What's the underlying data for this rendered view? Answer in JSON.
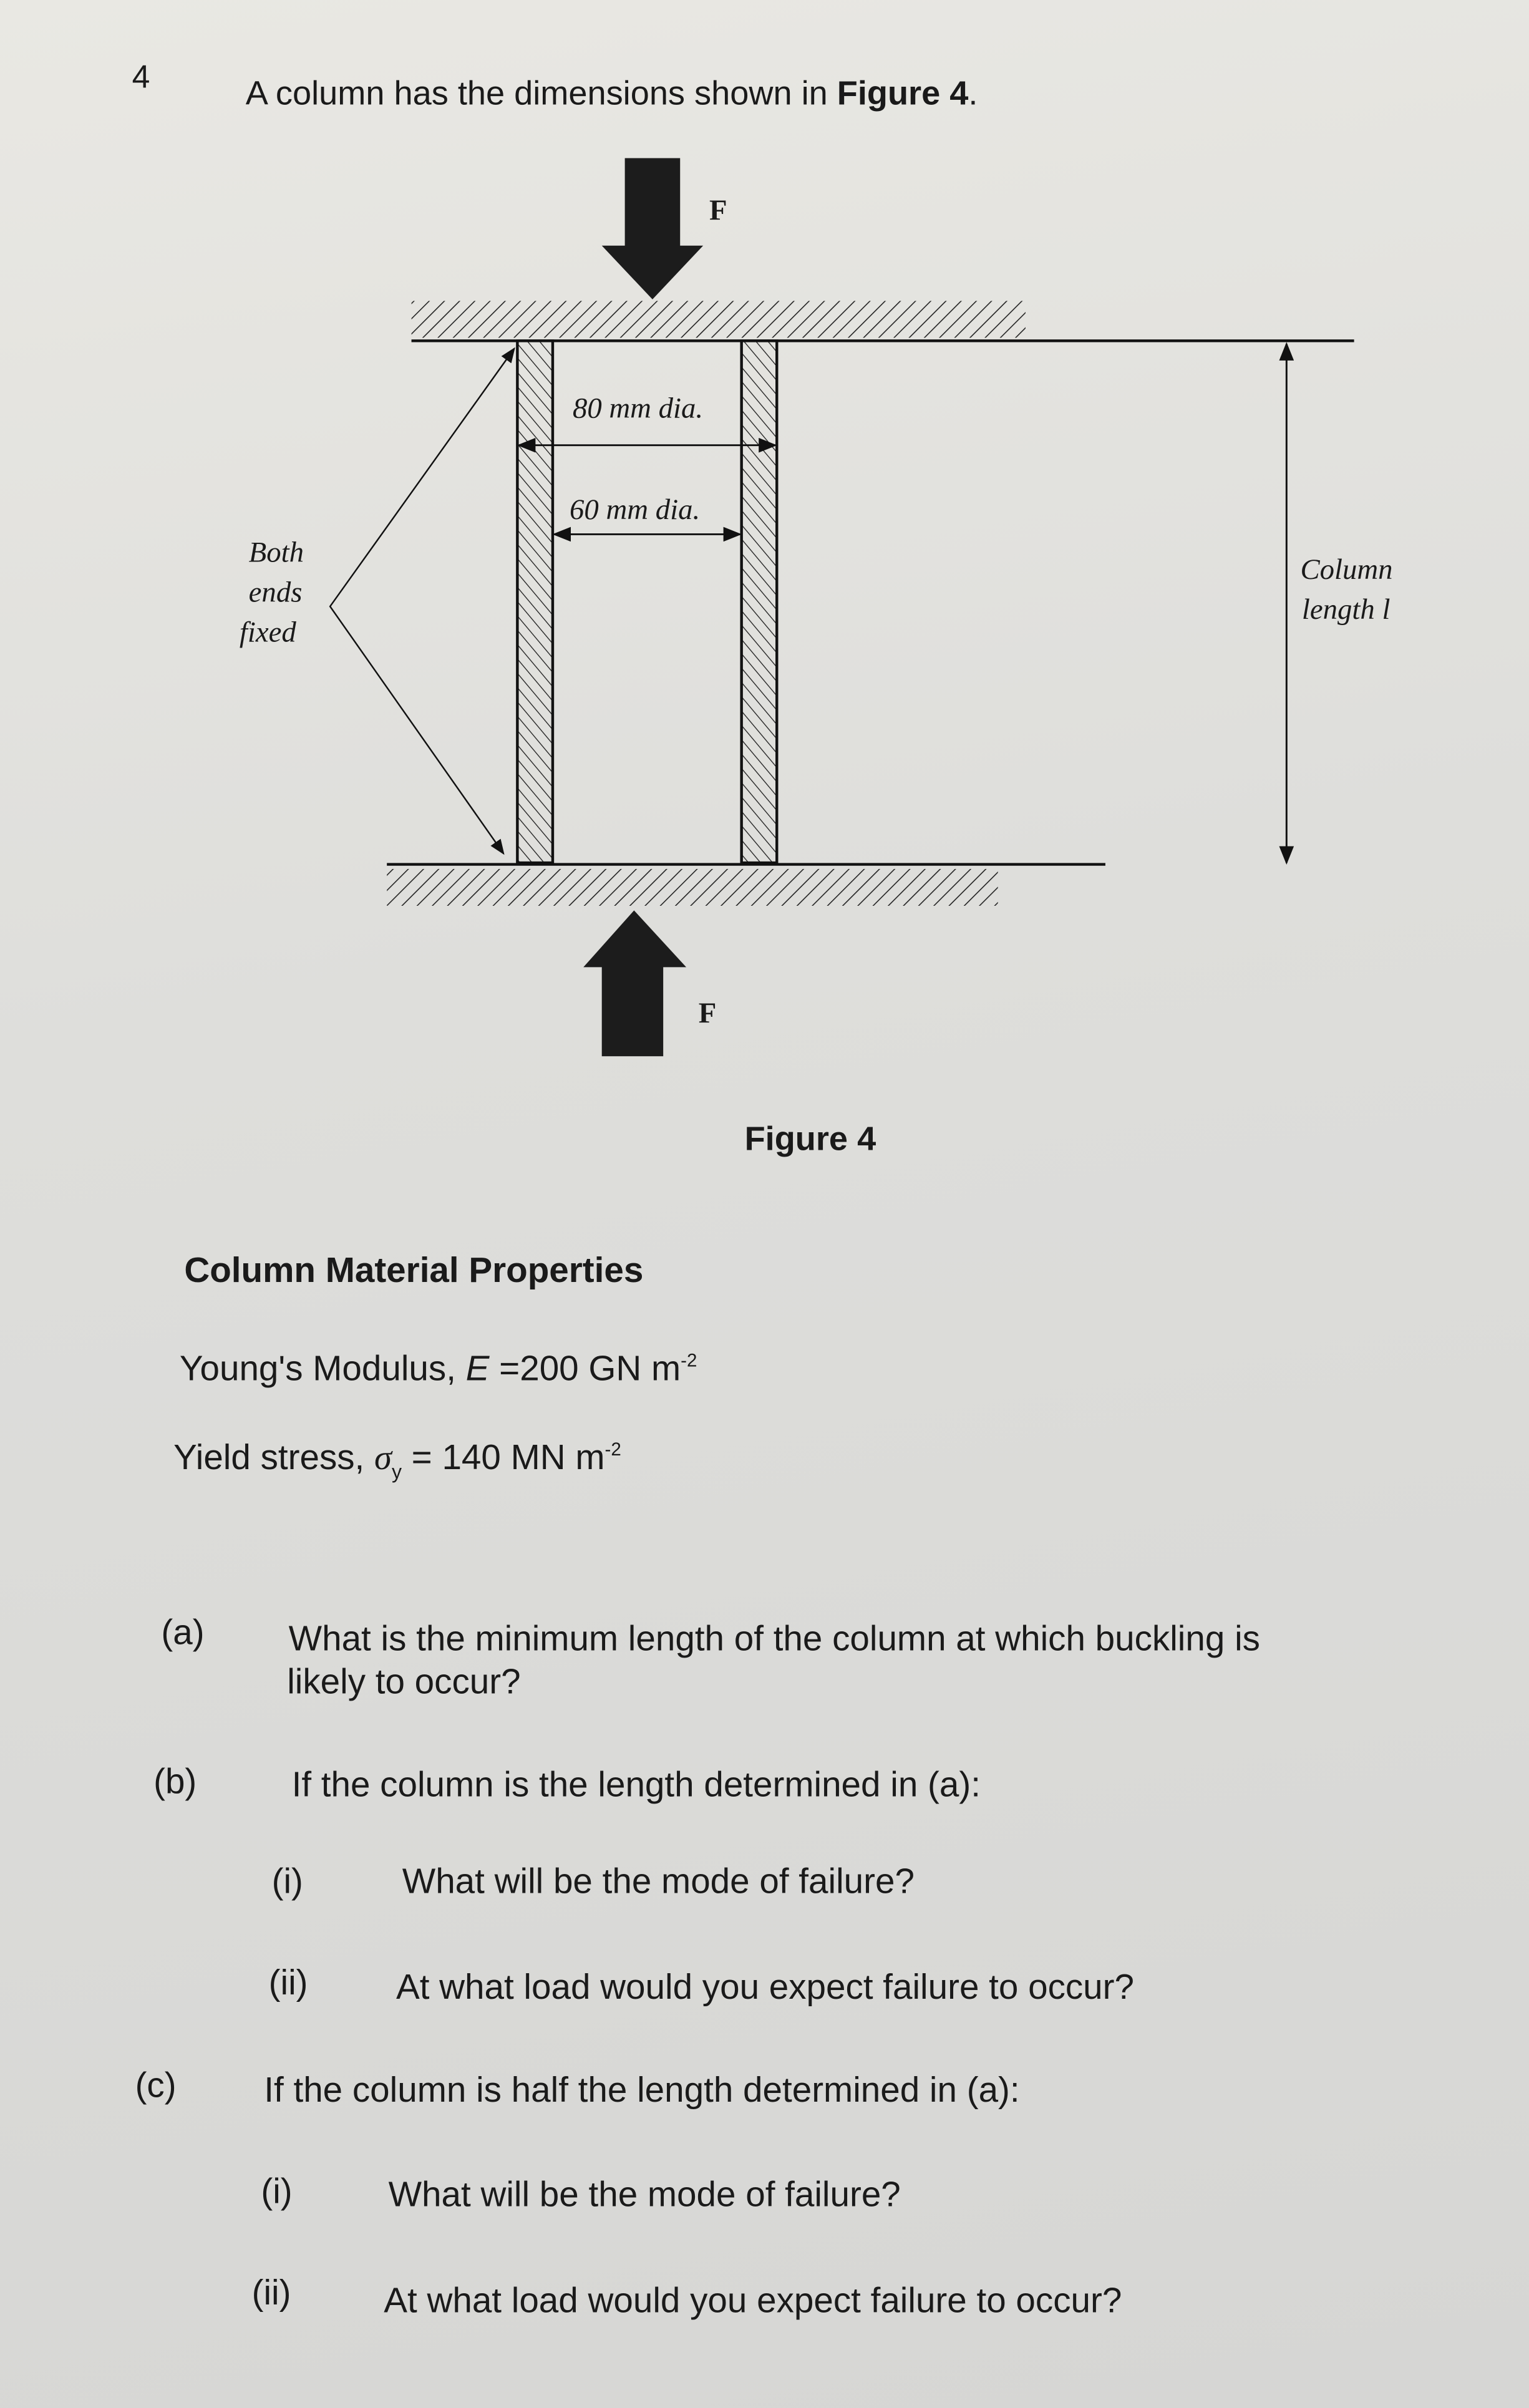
{
  "question_number": "4",
  "intro": {
    "text": "A column has the dimensions shown in ",
    "figure_ref": "Figure 4",
    "end": "."
  },
  "figure": {
    "force_top": "F",
    "force_bottom": "F",
    "outer_dia": "80 mm dia.",
    "inner_dia": "60 mm dia.",
    "ends_label": [
      "Both",
      "ends",
      "fixed"
    ],
    "length_label": [
      "Column",
      "length l"
    ],
    "caption": "Figure 4"
  },
  "properties": {
    "heading": "Column Material Properties",
    "youngs": {
      "label": "Young's Modulus, ",
      "symbol": "E",
      "value": " =200 GN m",
      "exp": "-2"
    },
    "yield": {
      "label": "Yield stress, ",
      "symbol": "σ",
      "sub": "y",
      "value": " = 140 MN m",
      "exp": "-2"
    }
  },
  "questions": [
    {
      "label": "(a)",
      "text": [
        "What is the minimum length of the column at which buckling is",
        "likely to occur?"
      ]
    },
    {
      "label": "(b)",
      "text": [
        "If the column is the length determined in (a):"
      ],
      "parts": [
        {
          "label": "(i)",
          "text": "What will be the mode of failure?"
        },
        {
          "label": "(ii)",
          "text": "At what load would you expect failure to occur?"
        }
      ]
    },
    {
      "label": "(c)",
      "text": [
        "If the column is half the length determined in (a):"
      ],
      "parts": [
        {
          "label": "(i)",
          "text": "What will be the mode of failure?"
        },
        {
          "label": "(ii)",
          "text": "At what load would you expect failure to occur?"
        }
      ]
    }
  ]
}
